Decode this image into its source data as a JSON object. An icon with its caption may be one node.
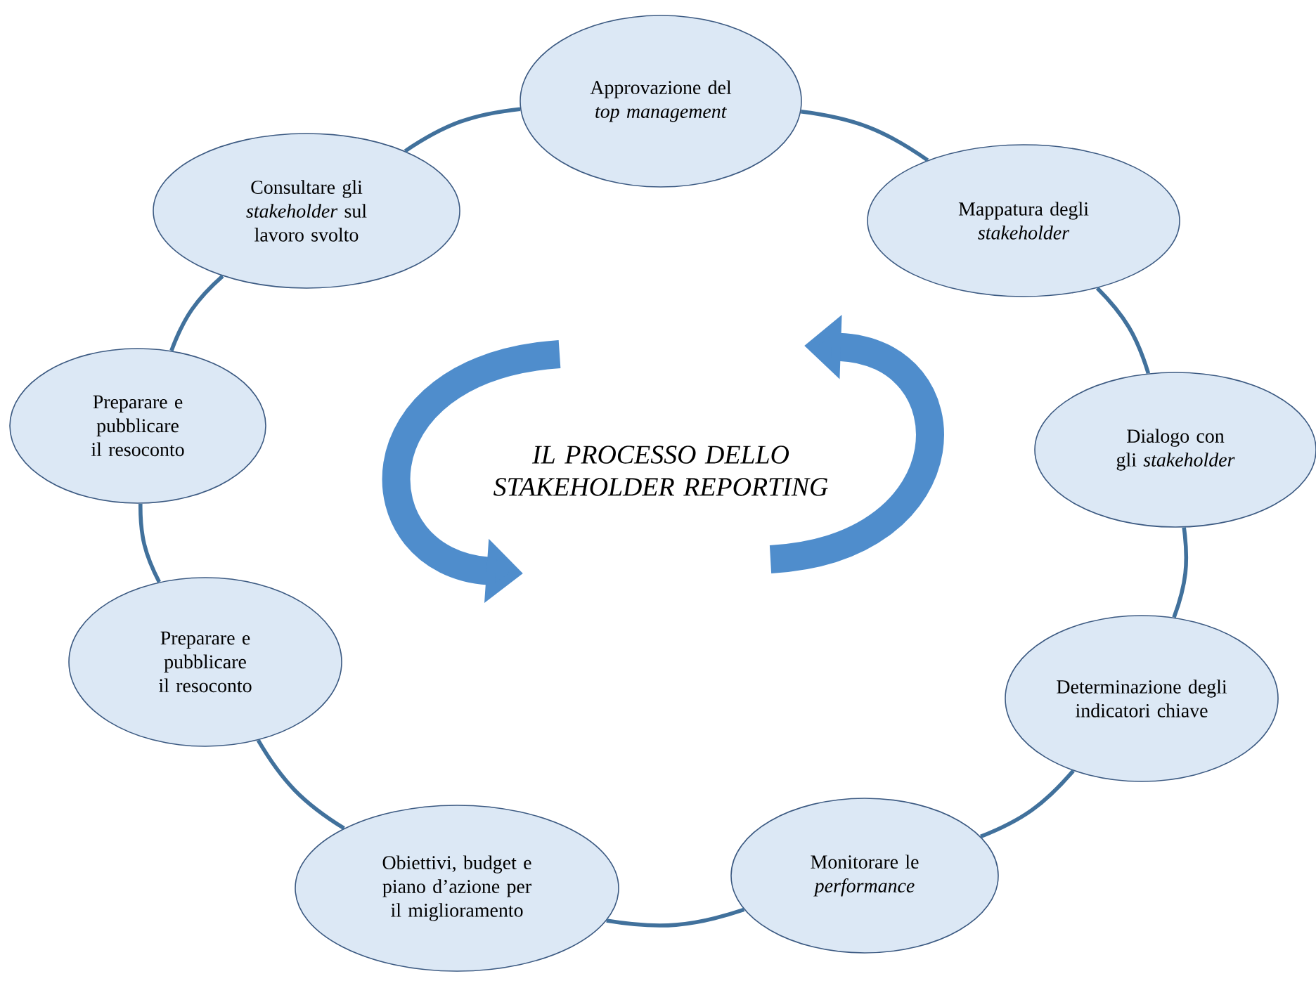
{
  "diagram": {
    "title": "IL PROCESSO DELLO STAKEHOLDER REPORTING",
    "nodes": [
      {
        "text": [
          "Approvazione del *top management*"
        ]
      },
      {
        "text": [
          "Mappatura degli *stakeholder*"
        ]
      },
      {
        "text": [
          "Dialogo con gli *stakeholder*"
        ]
      },
      {
        "text": [
          "Determinazione degli indicatori chiave"
        ]
      },
      {
        "text": [
          "Monitorare le *performance*"
        ]
      },
      {
        "text": [
          "Obiettivi, budget e piano d’azione per il miglioramento"
        ]
      },
      {
        "text": [
          "Preparare e pubblicare il resoconto"
        ]
      },
      {
        "text": [
          "Preparare e pubblicare il resoconto"
        ]
      },
      {
        "text": [
          "Consultare gli *stakeholder* sul lavoro svolto"
        ]
      }
    ],
    "edges": [
      {
        "from": 0,
        "to": 1,
        "arrow": "none"
      },
      {
        "from": 1,
        "to": 2,
        "arrow": "none"
      },
      {
        "from": 2,
        "to": 3,
        "arrow": "none"
      },
      {
        "from": 3,
        "to": 4,
        "arrow": "none"
      },
      {
        "from": 4,
        "to": 5,
        "arrow": "none"
      },
      {
        "from": 5,
        "to": 6,
        "arrow": "none"
      },
      {
        "from": 6,
        "to": 7,
        "arrow": "none"
      },
      {
        "from": 7,
        "to": 8,
        "arrow": "none"
      },
      {
        "from": 8,
        "to": 0,
        "arrow": "none"
      }
    ]
  }
}
